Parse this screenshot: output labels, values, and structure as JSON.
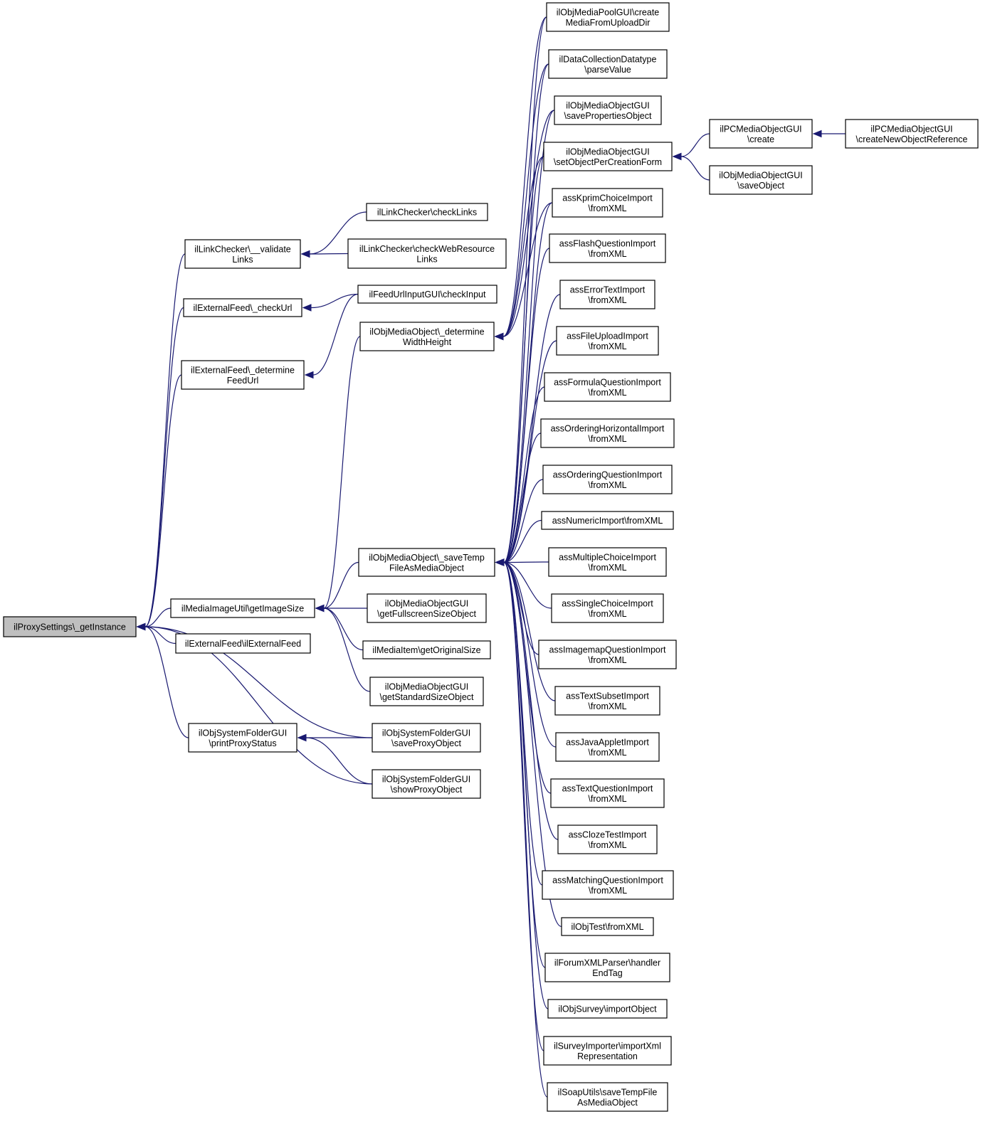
{
  "graph": {
    "title": "",
    "colors": {
      "edge": "#191970",
      "focus_fill": "#bfbfbf",
      "node_fill": "#ffffff",
      "node_stroke": "#000000"
    },
    "nodes": [
      {
        "id": "root",
        "label": [
          "ilProxySettings\\_getInstance"
        ],
        "focus": true
      },
      {
        "id": "lc_validate",
        "label": [
          "ilLinkChecker\\__validate",
          "Links"
        ]
      },
      {
        "id": "ef_checkurl",
        "label": [
          "ilExternalFeed\\_checkUrl"
        ]
      },
      {
        "id": "ef_determine",
        "label": [
          "ilExternalFeed\\_determine",
          "FeedUrl"
        ]
      },
      {
        "id": "miu_getimagesize",
        "label": [
          "ilMediaImageUtil\\getImageSize"
        ]
      },
      {
        "id": "ef_ctor",
        "label": [
          "ilExternalFeed\\ilExternalFeed"
        ]
      },
      {
        "id": "osf_print",
        "label": [
          "ilObjSystemFolderGUI",
          "\\printProxyStatus"
        ]
      },
      {
        "id": "lc_checklinks",
        "label": [
          "ilLinkChecker\\checkLinks"
        ]
      },
      {
        "id": "lc_checkweb",
        "label": [
          "ilLinkChecker\\checkWebResource",
          "Links"
        ]
      },
      {
        "id": "fui_checkinput",
        "label": [
          "ilFeedUrlInputGUI\\checkInput"
        ]
      },
      {
        "id": "mo_determinewh",
        "label": [
          "ilObjMediaObject\\_determine",
          "WidthHeight"
        ]
      },
      {
        "id": "mo_savetemp",
        "label": [
          "ilObjMediaObject\\_saveTemp",
          "FileAsMediaObject"
        ]
      },
      {
        "id": "mog_fullscreen",
        "label": [
          "ilObjMediaObjectGUI",
          "\\getFullscreenSizeObject"
        ]
      },
      {
        "id": "mi_original",
        "label": [
          "ilMediaItem\\getOriginalSize"
        ]
      },
      {
        "id": "mog_standard",
        "label": [
          "ilObjMediaObjectGUI",
          "\\getStandardSizeObject"
        ]
      },
      {
        "id": "osf_save",
        "label": [
          "ilObjSystemFolderGUI",
          "\\saveProxyObject"
        ]
      },
      {
        "id": "osf_show",
        "label": [
          "ilObjSystemFolderGUI",
          "\\showProxyObject"
        ]
      },
      {
        "id": "mpg_create",
        "label": [
          "ilObjMediaPoolGUI\\create",
          "MediaFromUploadDir"
        ]
      },
      {
        "id": "dcd_parse",
        "label": [
          "ilDataCollectionDatatype",
          "\\parseValue"
        ]
      },
      {
        "id": "mog_saveprops",
        "label": [
          "ilObjMediaObjectGUI",
          "\\savePropertiesObject"
        ]
      },
      {
        "id": "mog_setobj",
        "label": [
          "ilObjMediaObjectGUI",
          "\\setObjectPerCreationForm"
        ]
      },
      {
        "id": "kprim",
        "label": [
          "assKprimChoiceImport",
          "\\fromXML"
        ]
      },
      {
        "id": "flash",
        "label": [
          "assFlashQuestionImport",
          "\\fromXML"
        ]
      },
      {
        "id": "errortext",
        "label": [
          "assErrorTextImport",
          "\\fromXML"
        ]
      },
      {
        "id": "fileupload",
        "label": [
          "assFileUploadImport",
          "\\fromXML"
        ]
      },
      {
        "id": "formula",
        "label": [
          "assFormulaQuestionImport",
          "\\fromXML"
        ]
      },
      {
        "id": "orderhoriz",
        "label": [
          "assOrderingHorizontalImport",
          "\\fromXML"
        ]
      },
      {
        "id": "orderq",
        "label": [
          "assOrderingQuestionImport",
          "\\fromXML"
        ]
      },
      {
        "id": "numeric",
        "label": [
          "assNumericImport\\fromXML"
        ]
      },
      {
        "id": "multiple",
        "label": [
          "assMultipleChoiceImport",
          "\\fromXML"
        ]
      },
      {
        "id": "single",
        "label": [
          "assSingleChoiceImport",
          "\\fromXML"
        ]
      },
      {
        "id": "imagemap",
        "label": [
          "assImagemapQuestionImport",
          "\\fromXML"
        ]
      },
      {
        "id": "textsubset",
        "label": [
          "assTextSubsetImport",
          "\\fromXML"
        ]
      },
      {
        "id": "javaapplet",
        "label": [
          "assJavaAppletImport",
          "\\fromXML"
        ]
      },
      {
        "id": "textq",
        "label": [
          "assTextQuestionImport",
          "\\fromXML"
        ]
      },
      {
        "id": "cloze",
        "label": [
          "assClozeTestImport",
          "\\fromXML"
        ]
      },
      {
        "id": "matching",
        "label": [
          "assMatchingQuestionImport",
          "\\fromXML"
        ]
      },
      {
        "id": "objtest",
        "label": [
          "ilObjTest\\fromXML"
        ]
      },
      {
        "id": "forum",
        "label": [
          "ilForumXMLParser\\handler",
          "EndTag"
        ]
      },
      {
        "id": "survey_import",
        "label": [
          "ilObjSurvey\\importObject"
        ]
      },
      {
        "id": "survey_importer",
        "label": [
          "ilSurveyImporter\\importXml",
          "Representation"
        ]
      },
      {
        "id": "soap",
        "label": [
          "ilSoapUtils\\saveTempFile",
          "AsMediaObject"
        ]
      },
      {
        "id": "pcmo_create",
        "label": [
          "ilPCMediaObjectGUI",
          "\\create"
        ]
      },
      {
        "id": "mog_saveobject",
        "label": [
          "ilObjMediaObjectGUI",
          "\\saveObject"
        ]
      },
      {
        "id": "pcmo_createref",
        "label": [
          "ilPCMediaObjectGUI",
          "\\createNewObjectReference"
        ]
      }
    ],
    "edges": [
      [
        "lc_validate",
        "root"
      ],
      [
        "ef_checkurl",
        "root"
      ],
      [
        "ef_determine",
        "root"
      ],
      [
        "miu_getimagesize",
        "root"
      ],
      [
        "ef_ctor",
        "root"
      ],
      [
        "osf_print",
        "root"
      ],
      [
        "osf_save",
        "root"
      ],
      [
        "osf_show",
        "root"
      ],
      [
        "lc_checklinks",
        "lc_validate"
      ],
      [
        "lc_checkweb",
        "lc_validate"
      ],
      [
        "fui_checkinput",
        "ef_checkurl"
      ],
      [
        "fui_checkinput",
        "ef_determine"
      ],
      [
        "mo_determinewh",
        "miu_getimagesize"
      ],
      [
        "mo_savetemp",
        "miu_getimagesize"
      ],
      [
        "mog_fullscreen",
        "miu_getimagesize"
      ],
      [
        "mi_original",
        "miu_getimagesize"
      ],
      [
        "mog_standard",
        "miu_getimagesize"
      ],
      [
        "osf_save",
        "osf_print"
      ],
      [
        "osf_show",
        "osf_print"
      ],
      [
        "mpg_create",
        "mo_determinewh"
      ],
      [
        "dcd_parse",
        "mo_determinewh"
      ],
      [
        "mog_saveprops",
        "mo_determinewh"
      ],
      [
        "mog_setobj",
        "mo_determinewh"
      ],
      [
        "kprim",
        "mo_determinewh"
      ],
      [
        "mpg_create",
        "mo_savetemp"
      ],
      [
        "dcd_parse",
        "mo_savetemp"
      ],
      [
        "mog_saveprops",
        "mo_savetemp"
      ],
      [
        "mog_setobj",
        "mo_savetemp"
      ],
      [
        "kprim",
        "mo_savetemp"
      ],
      [
        "flash",
        "mo_savetemp"
      ],
      [
        "errortext",
        "mo_savetemp"
      ],
      [
        "fileupload",
        "mo_savetemp"
      ],
      [
        "formula",
        "mo_savetemp"
      ],
      [
        "orderhoriz",
        "mo_savetemp"
      ],
      [
        "orderq",
        "mo_savetemp"
      ],
      [
        "numeric",
        "mo_savetemp"
      ],
      [
        "multiple",
        "mo_savetemp"
      ],
      [
        "single",
        "mo_savetemp"
      ],
      [
        "imagemap",
        "mo_savetemp"
      ],
      [
        "textsubset",
        "mo_savetemp"
      ],
      [
        "javaapplet",
        "mo_savetemp"
      ],
      [
        "textq",
        "mo_savetemp"
      ],
      [
        "cloze",
        "mo_savetemp"
      ],
      [
        "matching",
        "mo_savetemp"
      ],
      [
        "objtest",
        "mo_savetemp"
      ],
      [
        "forum",
        "mo_savetemp"
      ],
      [
        "survey_import",
        "mo_savetemp"
      ],
      [
        "survey_importer",
        "mo_savetemp"
      ],
      [
        "soap",
        "mo_savetemp"
      ],
      [
        "pcmo_create",
        "mog_setobj"
      ],
      [
        "mog_saveobject",
        "mog_setobj"
      ],
      [
        "pcmo_createref",
        "pcmo_create"
      ]
    ]
  }
}
